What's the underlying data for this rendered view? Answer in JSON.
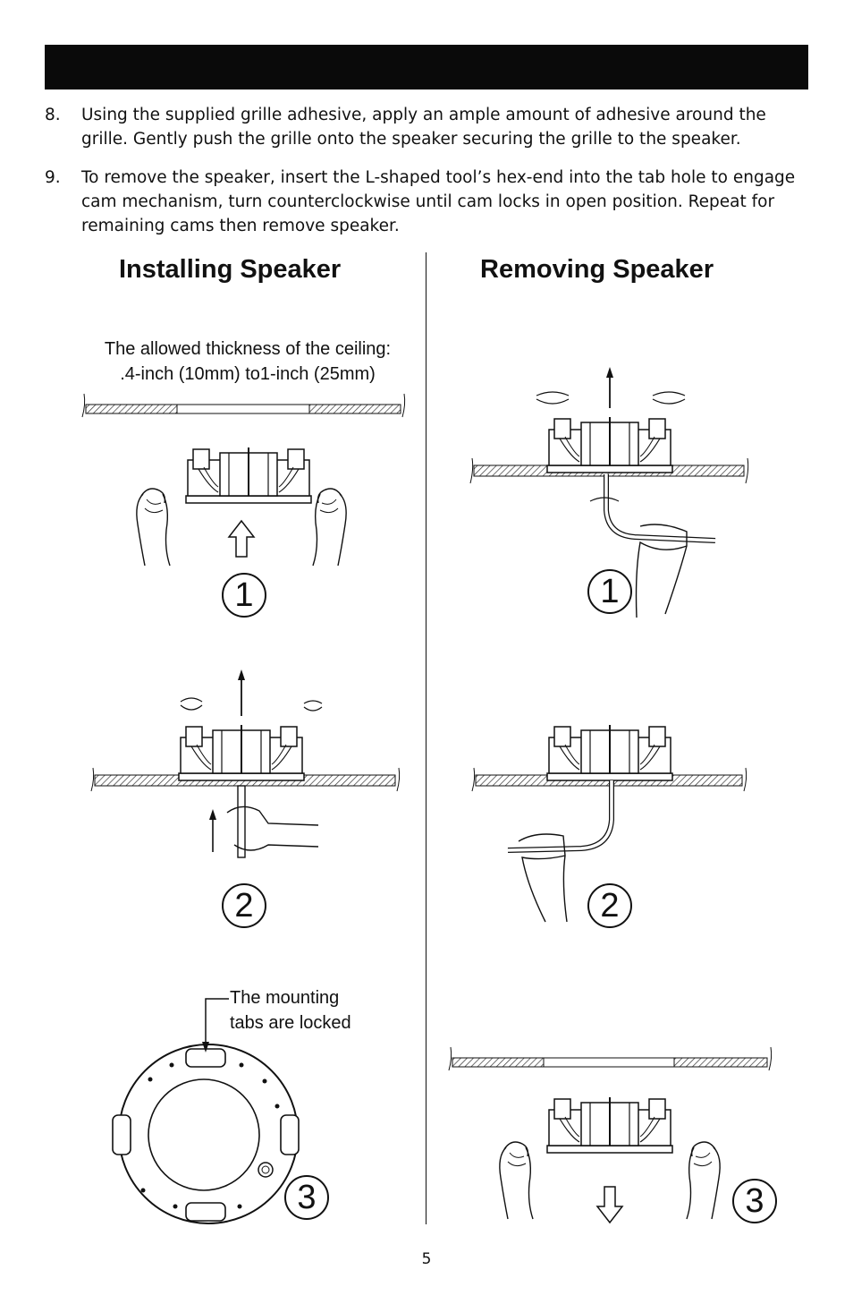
{
  "steps": [
    {
      "number": "8.",
      "text": "Using the supplied grille adhesive, apply an ample amount of adhesive around the grille. Gently push the grille onto the speaker securing the grille to the speaker."
    },
    {
      "number": "9.",
      "text": "To remove the speaker, insert the L-shaped tool’s hex-end into the tab hole to engage cam mechanism, turn counterclockwise until cam locks in open position. Repeat for remaining cams then remove speaker."
    }
  ],
  "installing": {
    "title": "Installing Speaker",
    "thickness_line1": "The allowed thickness of the ceiling:",
    "thickness_line2": ".4-inch (10mm) to1-inch (25mm)",
    "tabs_line1": "The mounting",
    "tabs_line2": "tabs are locked",
    "step1": "1",
    "step2": "2",
    "step3": "3"
  },
  "removing": {
    "title": "Removing Speaker",
    "step1": "1",
    "step2": "2",
    "step3": "3"
  },
  "page_number": "5"
}
